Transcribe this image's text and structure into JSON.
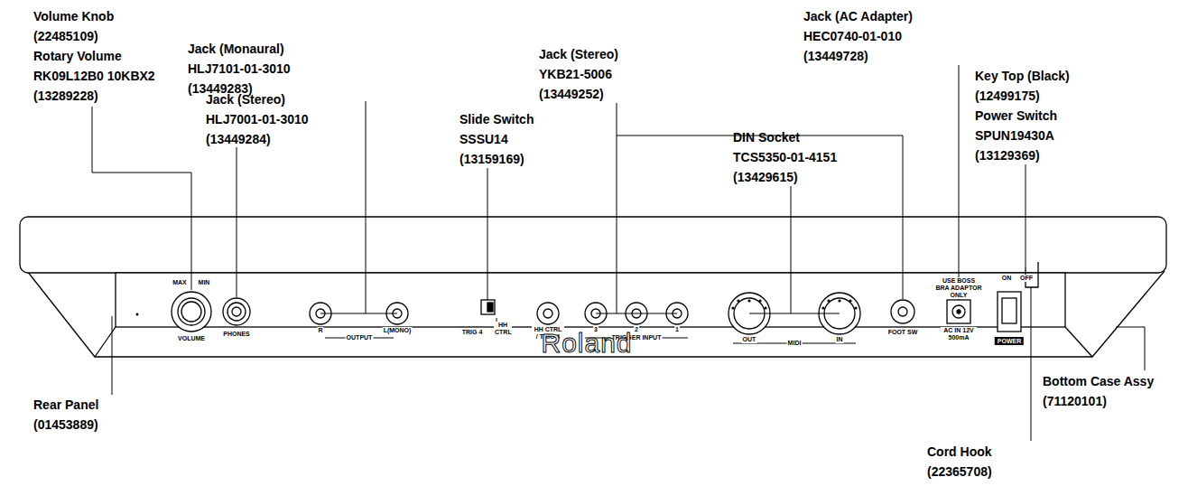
{
  "diagram": {
    "labels": [
      "Volume Knob",
      "(22485109)",
      "Rotary Volume",
      "RK09L12B0 10KBX2",
      "(13289228)",
      "Jack (Monaural)",
      "HLJ7101-01-3010",
      "(13449283)",
      "Jack (Stereo)",
      "HLJ7001-01-3010",
      "(13449284)",
      "Slide Switch",
      "SSSU14",
      "(13159169)",
      "Jack (Stereo)",
      "YKB21-5006",
      "(13449252)",
      "DIN Socket",
      "TCS5350-01-4151",
      "(13429615)",
      "Jack (AC Adapter)",
      "HEC0740-01-010",
      "(13449728)",
      "Key Top (Black)",
      "(12499175)",
      "Power Switch",
      "SPUN19430A",
      "(13129369)",
      "Rear Panel",
      "(01453889)",
      "Bottom Case Assy",
      "(71120101)",
      "Cord Hook",
      "(22365708)",
      "MAX",
      "MIN",
      "VOLUME",
      "PHONES",
      "R",
      "OUTPUT",
      "L(MONO)",
      "TRIG 4",
      "HH CTRL",
      "HH CTRL / TRIG 4",
      "3",
      "2",
      "TRIGGER INPUT",
      "1",
      "OUT",
      "MIDI",
      "IN",
      "FOOT SW",
      "USE BOSS BRA ADAPTOR ONLY",
      "AC IN 12V 500mA",
      "ON",
      "OFF",
      "POWER",
      "Roland"
    ]
  }
}
